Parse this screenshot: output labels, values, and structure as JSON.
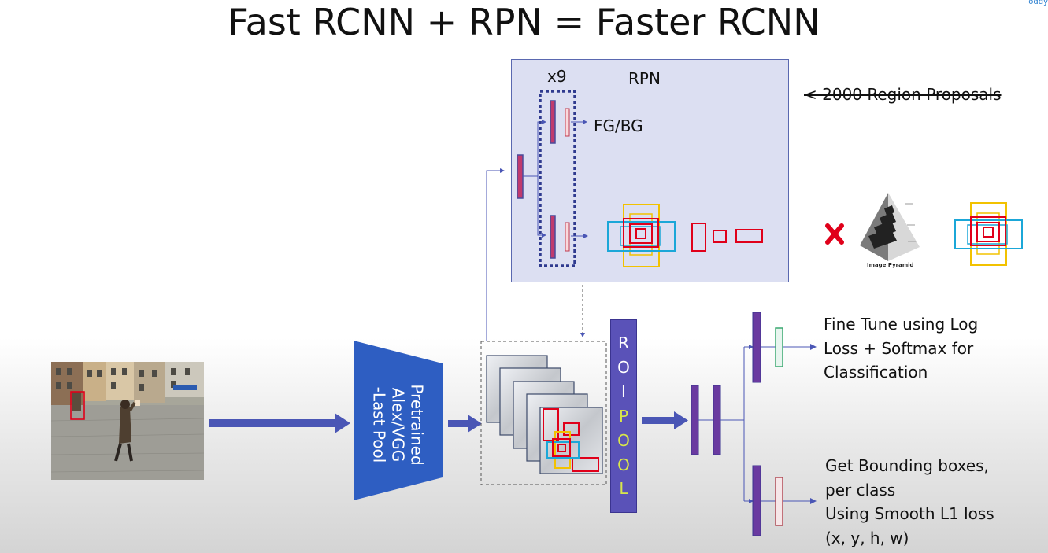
{
  "title": "Fast RCNN + RPN = Faster RCNN",
  "corner_text": "oddy",
  "rpn": {
    "label": "RPN",
    "anchor_multiplier": "x9",
    "fg_bg": "FG/BG"
  },
  "proposals_text": "< 2000 Region Proposals",
  "pyramid_label": "Image Pyramid",
  "backbone": {
    "line1": "Pretrained",
    "line2": "Alex/VGG",
    "line3": "-Last Pool"
  },
  "roi_pool_letters": [
    "R",
    "O",
    "I",
    "P",
    "O",
    "O",
    "L"
  ],
  "classification_text": [
    "Fine Tune using Log",
    "Loss + Softmax for",
    "Classification"
  ],
  "bbox_text": [
    "Get Bounding boxes,",
    "per class",
    "Using Smooth L1 loss",
    "(x, y, h, w)"
  ],
  "colors": {
    "accent_blue": "#4a56b5",
    "feature_bar": "#6a3aa0",
    "anchor_red": "#e0001a",
    "anchor_yellow": "#f2c200",
    "anchor_cyan": "#1ba7d8",
    "rpn_background": "#dcdff2",
    "classifier_green": "#3aa870"
  }
}
